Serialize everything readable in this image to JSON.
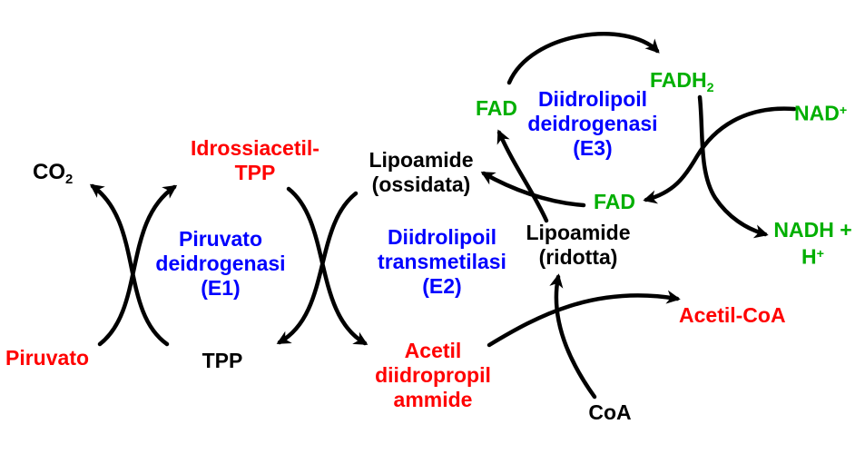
{
  "colors": {
    "ink": "#000000",
    "red": "#ff0000",
    "blue": "#0000ff",
    "green": "#00af00",
    "bg": "#ffffff"
  },
  "labels": {
    "co2": {
      "base": "CO",
      "sub": "2"
    },
    "piruvato": {
      "text": "Piruvato"
    },
    "idrossiacetil_tpp": {
      "line1": "Idrossiacetil-",
      "line2": "TPP"
    },
    "enzyme_e1": {
      "line1": "Piruvato",
      "line2": "deidrogenasi",
      "line3": "(E1)"
    },
    "tpp": {
      "text": "TPP"
    },
    "lipoamide_ossidata": {
      "line1": "Lipoamide",
      "line2": "(ossidata)"
    },
    "enzyme_e2": {
      "line1": "Diidrolipoil",
      "line2": "transmetilasi",
      "line3": "(E2)"
    },
    "acetil_diidropropil_ammide": {
      "line1": "Acetil",
      "line2": "diidropropil",
      "line3": "ammide"
    },
    "fad_top": {
      "text": "FAD"
    },
    "enzyme_e3": {
      "line1": "Diidrolipoil",
      "line2": "deidrogenasi",
      "line3": "(E3)"
    },
    "fadh2": {
      "base": "FADH",
      "sub": "2"
    },
    "nad_plus": {
      "base": "NAD",
      "sup": "+"
    },
    "fad_bottom": {
      "text": "FAD"
    },
    "lipoamide_ridotta": {
      "line1": "Lipoamide",
      "line2": "(ridotta)"
    },
    "nadh_hplus": {
      "line1": "NADH +",
      "line2_base": "H",
      "line2_sup": "+"
    },
    "acetil_coa": {
      "text": "Acetil-CoA"
    },
    "coa": {
      "text": "CoA"
    }
  },
  "arrows": [
    {
      "from": "Piruvato",
      "to": "Idrossiacetil-TPP"
    },
    {
      "from": "TPP",
      "to": "CO2"
    },
    {
      "from": "Idrossiacetil-TPP",
      "to": "Acetil diidropropil ammide"
    },
    {
      "from": "Lipoamide (ossidata)",
      "to": "TPP"
    },
    {
      "from": "FAD",
      "to": "FADH2"
    },
    {
      "from": "Lipoamide (ridotta)",
      "to": "FAD"
    },
    {
      "from": "FAD",
      "to": "Lipoamide (ossidata)"
    },
    {
      "from": "FADH2",
      "to": "NADH + H+"
    },
    {
      "from": "NAD+",
      "to": "FAD"
    },
    {
      "from": "Acetil diidropropil ammide",
      "to": "Acetil-CoA"
    },
    {
      "from": "CoA",
      "to": "Lipoamide (ridotta)"
    }
  ]
}
